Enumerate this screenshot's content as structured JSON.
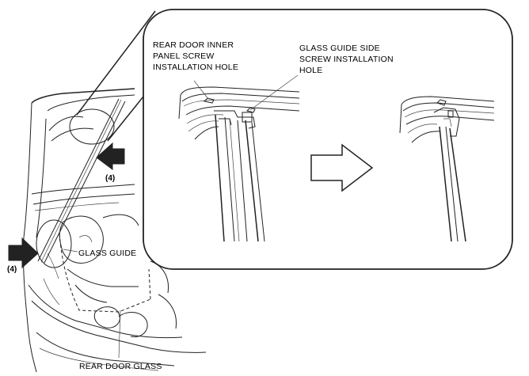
{
  "labels": {
    "inner_panel_hole": [
      "REAR DOOR INNER",
      "PANEL SCREW",
      "INSTALLATION HOLE"
    ],
    "glass_guide_hole": [
      "GLASS GUIDE SIDE",
      "SCREW INSTALLATION",
      "HOLE"
    ],
    "glass_guide": "GLASS GUIDE",
    "rear_door_glass": "REAR DOOR GLASS",
    "step_upper": "(4)",
    "step_lower": "(4)"
  },
  "icons": {
    "direction_arrow": "arrow-right-outline-icon",
    "install_arrow_upper": "filled-arrow-icon",
    "install_arrow_lower": "filled-arrow-icon"
  }
}
